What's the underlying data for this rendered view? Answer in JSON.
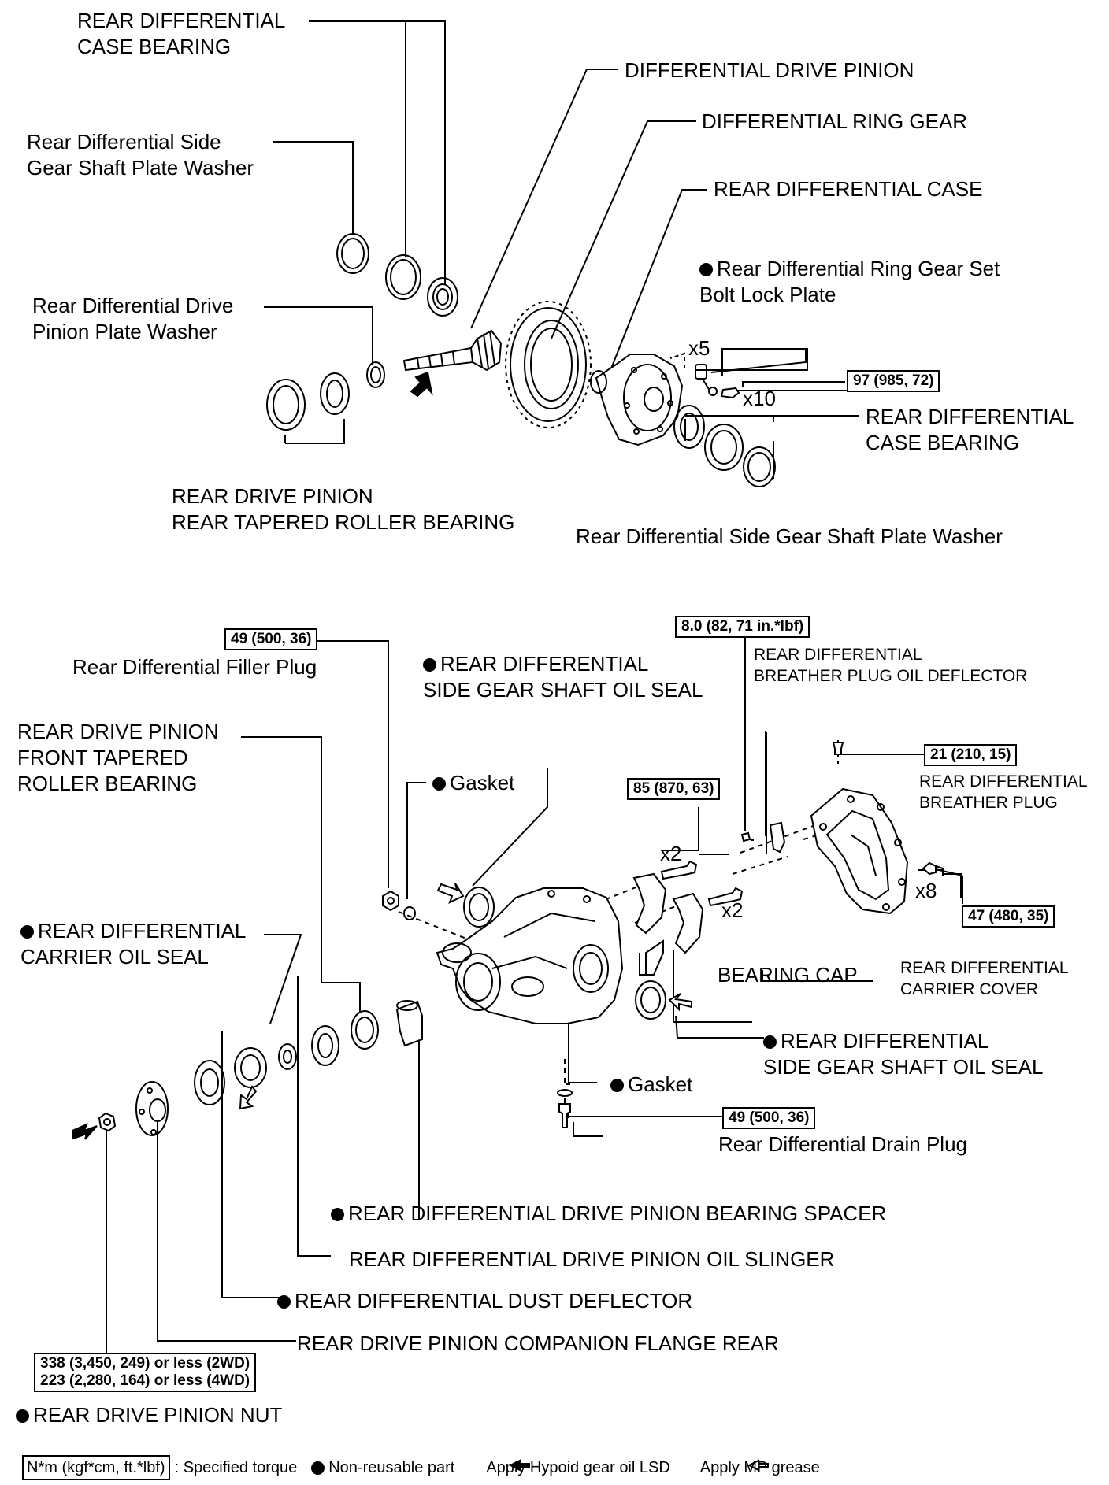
{
  "labels": {
    "case_bearing_top": "REAR DIFFERENTIAL\nCASE BEARING",
    "side_gear_washer_top": "Rear Differential Side\nGear Shaft Plate Washer",
    "drive_pinion_plate_washer": "Rear Differential Drive\nPinion Plate Washer",
    "rear_tapered_bearing": "REAR DRIVE PINION\nREAR TAPERED ROLLER BEARING",
    "diff_drive_pinion": "DIFFERENTIAL DRIVE PINION",
    "diff_ring_gear": "DIFFERENTIAL RING GEAR",
    "rear_diff_case": "REAR DIFFERENTIAL CASE",
    "ring_gear_lock_plate": "Rear Differential Ring Gear Set\nBolt Lock Plate",
    "qty_x5": "x5",
    "qty_x10": "x10",
    "case_bearing_right": "REAR DIFFERENTIAL\nCASE BEARING",
    "side_gear_washer_bottom": "Rear Differential Side Gear Shaft Plate Washer",
    "filler_plug": "Rear Differential Filler Plug",
    "side_oil_seal_top": "REAR DIFFERENTIAL\nSIDE GEAR SHAFT OIL SEAL",
    "breather_deflector": "REAR DIFFERENTIAL\nBREATHER PLUG OIL DEFLECTOR",
    "front_tapered_bearing": "REAR DRIVE PINION\nFRONT TAPERED\nROLLER BEARING",
    "gasket_top": "Gasket",
    "breather_plug": "REAR DIFFERENTIAL\nBREATHER PLUG",
    "qty_x2_a": "x2",
    "qty_x2_b": "x2",
    "qty_x8": "x8",
    "carrier_oil_seal": "REAR DIFFERENTIAL\nCARRIER OIL SEAL",
    "bearing_cap": "BEARING CAP",
    "carrier_cover": "REAR DIFFERENTIAL\nCARRIER COVER",
    "side_oil_seal_bottom": "REAR DIFFERENTIAL\nSIDE GEAR SHAFT OIL SEAL",
    "gasket_bottom": "Gasket",
    "drain_plug": "Rear Differential Drain Plug",
    "bearing_spacer": "REAR DIFFERENTIAL DRIVE PINION BEARING SPACER",
    "oil_slinger": "REAR DIFFERENTIAL DRIVE PINION OIL SLINGER",
    "dust_deflector": "REAR DIFFERENTIAL DUST DEFLECTOR",
    "companion_flange": "REAR DRIVE PINION COMPANION FLANGE REAR",
    "pinion_nut": "REAR DRIVE PINION NUT"
  },
  "torques": {
    "ring_gear_bolt": "97 (985, 72)",
    "filler_plug": "49 (500, 36)",
    "breather_deflector": "8.0 (82, 71 in.*lbf)",
    "breather_plug": "21 (210, 15)",
    "bearing_cap_bolt": "85 (870, 63)",
    "cover_bolt": "47 (480, 35)",
    "drain_plug": "49 (500, 36)",
    "pinion_nut": "338 (3,450, 249) or less (2WD)\n223 (2,280, 164) or less (4WD)"
  },
  "legend": {
    "unit_box": "N*m (kgf*cm, ft.*lbf)",
    "specified_torque": ": Specified torque",
    "non_reusable": "Non-reusable part",
    "hypoid_oil": "Apply Hypoid gear oil LSD",
    "mp_grease": "Apply MP grease"
  }
}
